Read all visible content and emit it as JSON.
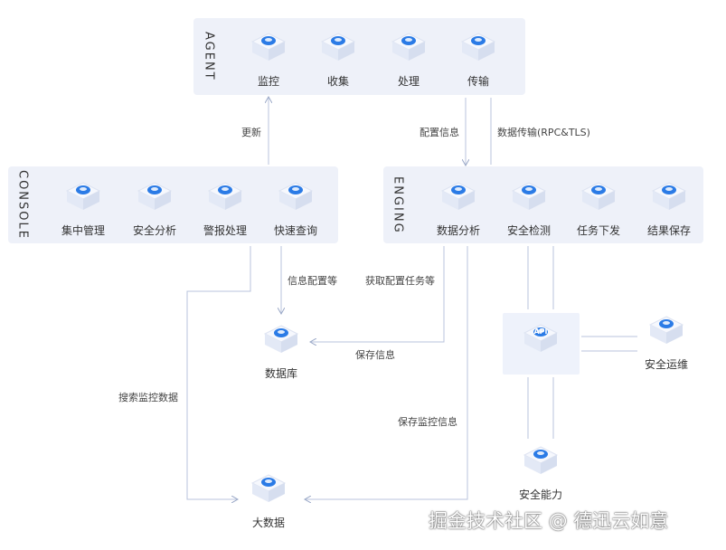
{
  "groups": {
    "agent": {
      "label": "AGENT",
      "nodes": [
        {
          "label": "监控",
          "icon": "monitor-icon"
        },
        {
          "label": "收集",
          "icon": "collect-icon"
        },
        {
          "label": "处理",
          "icon": "process-icon"
        },
        {
          "label": "传输",
          "icon": "transfer-icon"
        }
      ]
    },
    "console": {
      "label": "CONSOLE",
      "nodes": [
        {
          "label": "集中管理",
          "icon": "central-management-icon"
        },
        {
          "label": "安全分析",
          "icon": "security-analysis-icon"
        },
        {
          "label": "警报处理",
          "icon": "alert-icon"
        },
        {
          "label": "快速查询",
          "icon": "quick-query-icon"
        }
      ]
    },
    "engine": {
      "label": "ENGING",
      "nodes": [
        {
          "label": "数据分析",
          "icon": "data-analysis-icon"
        },
        {
          "label": "安全检测",
          "icon": "security-detection-icon"
        },
        {
          "label": "任务下发",
          "icon": "task-dispatch-icon"
        },
        {
          "label": "结果保存",
          "icon": "result-save-icon"
        }
      ]
    }
  },
  "standalone": {
    "database": {
      "label": "数据库",
      "icon": "database-icon"
    },
    "bigdata": {
      "label": "大数据",
      "icon": "big-data-icon"
    },
    "api": {
      "label": "API",
      "icon": "api-icon"
    },
    "ops": {
      "label": "安全运维",
      "icon": "security-ops-icon"
    },
    "capability": {
      "label": "安全能力",
      "icon": "shield-icon"
    }
  },
  "edges": {
    "update": "更新",
    "config_info": "配置信息",
    "data_transfer": "数据传输(RPC&TLS)",
    "info_config": "信息配置等",
    "get_config_tasks": "获取配置任务等",
    "save_info": "保存信息",
    "search_monitor": "搜索监控数据",
    "save_monitor": "保存监控信息"
  },
  "watermark": "掘金技术社区 @ 德迅云如意",
  "colors": {
    "panel": "#eef1f9",
    "icon_blue": "#2b7be6",
    "tile_top": "#f4f7fd",
    "line": "#b8c3dc"
  }
}
